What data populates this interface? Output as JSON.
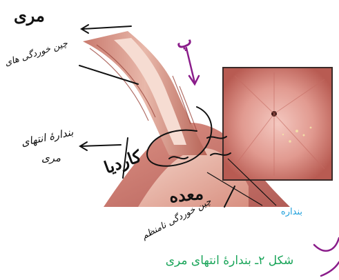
{
  "figure": {
    "caption": "شکل ۲ـ بندارهٔ انتهای مری",
    "label_sphincter": "بنداره",
    "annotations": {
      "esophagus": "مری",
      "longitudinal_muscle": "چین خوردگی های",
      "end_sphincter_line1": "بندارهٔ انتهای",
      "end_sphincter_line2": "مری",
      "cardia": "کاردیا",
      "stomach": "معده",
      "stomach_folds_line1": "چین خوردگی نامنظم",
      "mark_purple": "پ"
    },
    "colors": {
      "caption": "#1aa55a",
      "label_blue": "#1ea0dc",
      "ink": "#111111",
      "purple": "#8a1c8a"
    }
  }
}
